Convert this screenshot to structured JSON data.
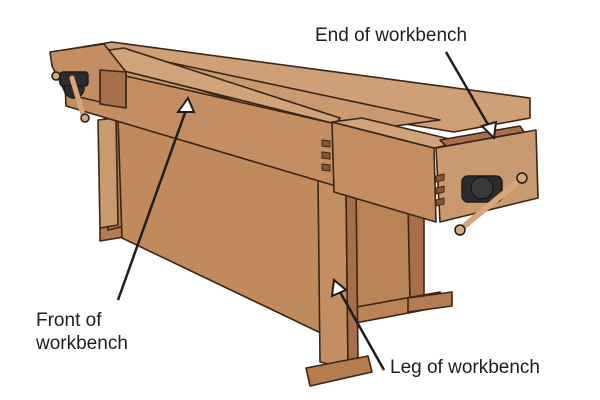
{
  "labels": {
    "end": "End of workbench",
    "front_line1": "Front of",
    "front_line2": "workbench",
    "leg": "Leg of workbench"
  },
  "colors": {
    "wood_top": "#c99a70",
    "wood_front": "#c48e62",
    "wood_dark": "#a8704a",
    "wood_panel": "#c08a5c",
    "outline": "#3a2616",
    "vise_metal": "#2c2c2c",
    "handle": "#d7a77a",
    "arrow": "#1e1e1e"
  }
}
